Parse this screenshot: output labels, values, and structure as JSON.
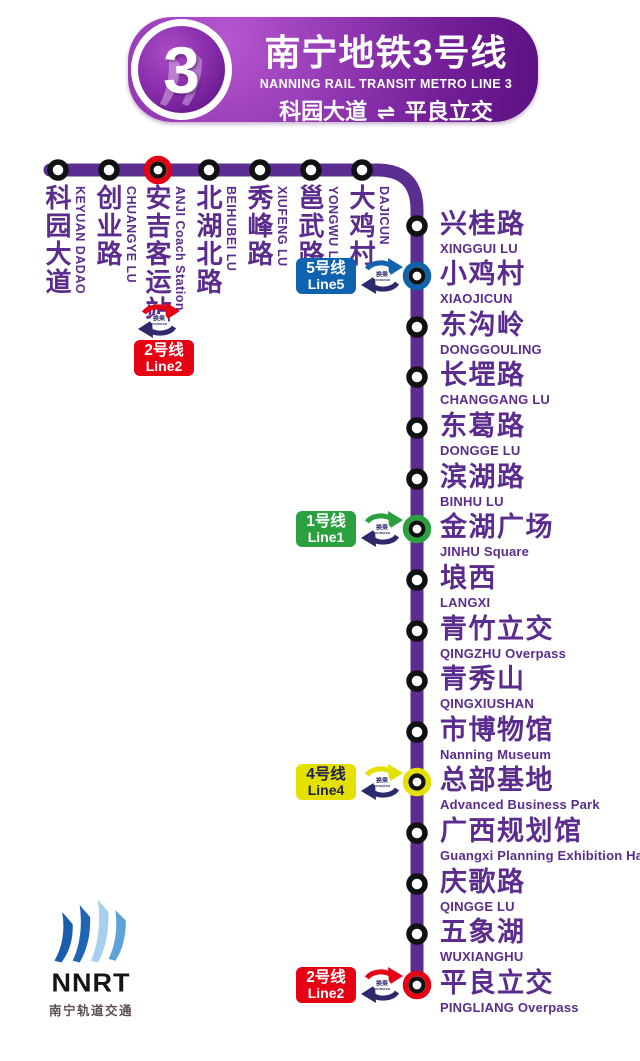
{
  "header": {
    "line_number": "3",
    "title_zh": "南宁地铁3号线",
    "title_en": "NANNING RAIL TRANSIT METRO LINE 3",
    "route_from_zh": "科园大道",
    "route_from_en": "KEYUANDADAO",
    "route_arrow": "⇌",
    "route_to_zh": "平良立交",
    "route_to_en": "PINGLIANG OVERPASS"
  },
  "colors": {
    "line1": "#2ba03f",
    "line2": "#e60012",
    "line3": "#5c2d91",
    "line4": "#e4e000",
    "line5": "#0f63ae",
    "navy": "#2b2a6d",
    "station_text": "#5b2c8e",
    "ring_black": "#111111",
    "line4_text": "#1f2150"
  },
  "transfer_icon": {
    "zh": "换乘",
    "en": "TRANSFER"
  },
  "legs": {
    "top": [
      {
        "name_zh": "科园大道",
        "name_en": "KEYUAN DADAO",
        "transfer": null
      },
      {
        "name_zh": "创业路",
        "name_en": "CHUANGYE LU",
        "transfer": null
      },
      {
        "name_zh": "安吉客运站",
        "name_en": "ANJI Coach Station",
        "transfer": {
          "line_zh": "2号线",
          "line_en": "Line2",
          "color": "line2",
          "dark_text": false
        }
      },
      {
        "name_zh": "北湖北路",
        "name_en": "BEIHUBEI LU",
        "transfer": null
      },
      {
        "name_zh": "秀峰路",
        "name_en": "XIUFENG LU",
        "transfer": null
      },
      {
        "name_zh": "邕武路",
        "name_en": "YONGWU LU",
        "transfer": null
      },
      {
        "name_zh": "大鸡村",
        "name_en": "DAJICUN",
        "transfer": null
      }
    ],
    "south": [
      {
        "name_zh": "兴桂路",
        "name_en": "XINGGUI LU",
        "transfer": null
      },
      {
        "name_zh": "小鸡村",
        "name_en": "XIAOJICUN",
        "transfer": {
          "line_zh": "5号线",
          "line_en": "Line5",
          "color": "line5",
          "dark_text": false
        }
      },
      {
        "name_zh": "东沟岭",
        "name_en": "DONGGOULING",
        "transfer": null
      },
      {
        "name_zh": "长堽路",
        "name_en": "CHANGGANG LU",
        "transfer": null
      },
      {
        "name_zh": "东葛路",
        "name_en": "DONGGE LU",
        "transfer": null
      },
      {
        "name_zh": "滨湖路",
        "name_en": "BINHU LU",
        "transfer": null
      },
      {
        "name_zh": "金湖广场",
        "name_en": "JINHU Square",
        "transfer": {
          "line_zh": "1号线",
          "line_en": "Line1",
          "color": "line1",
          "dark_text": false
        }
      },
      {
        "name_zh": "埌西",
        "name_en": "LANGXI",
        "transfer": null
      },
      {
        "name_zh": "青竹立交",
        "name_en": "QINGZHU Overpass",
        "transfer": null
      },
      {
        "name_zh": "青秀山",
        "name_en": "QINGXIUSHAN",
        "transfer": null
      },
      {
        "name_zh": "市博物馆",
        "name_en": "Nanning Museum",
        "transfer": null
      },
      {
        "name_zh": "总部基地",
        "name_en": "Advanced Business Park",
        "transfer": {
          "line_zh": "4号线",
          "line_en": "Line4",
          "color": "line4",
          "dark_text": true
        }
      },
      {
        "name_zh": "广西规划馆",
        "name_en": "Guangxi Planning Exhibition Hall",
        "transfer": null
      },
      {
        "name_zh": "庆歌路",
        "name_en": "QINGGE LU",
        "transfer": null
      },
      {
        "name_zh": "五象湖",
        "name_en": "WUXIANGHU",
        "transfer": null
      },
      {
        "name_zh": "平良立交",
        "name_en": "PINGLIANG Overpass",
        "transfer": {
          "line_zh": "2号线",
          "line_en": "Line2",
          "color": "line2",
          "dark_text": false
        }
      }
    ]
  },
  "logo": {
    "text": "NNRT",
    "subtitle": "南宁轨道交通"
  }
}
